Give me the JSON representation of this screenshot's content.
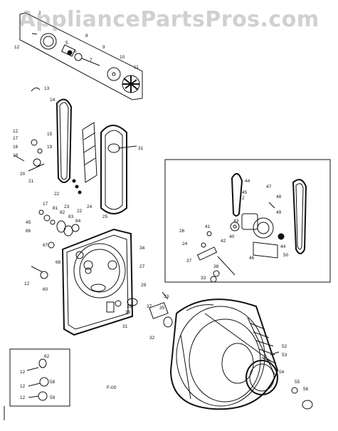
{
  "watermark": "AppliancePartsPros.com",
  "corner_mark": "F-00",
  "callouts": {
    "top": [
      "2",
      "12",
      "8",
      "9",
      "10",
      "11",
      "5",
      "6",
      "7"
    ],
    "left_middle": [
      "13",
      "14",
      "15",
      "12",
      "16",
      "18",
      "20",
      "21",
      "22",
      "23",
      "24",
      "22",
      "31",
      "25",
      "19",
      "17"
    ],
    "left_lower": [
      "17",
      "81",
      "82",
      "83",
      "84",
      "45",
      "66",
      "67",
      "68",
      "12",
      "60"
    ],
    "center": [
      "27",
      "34",
      "36",
      "31",
      "39",
      "29",
      "33",
      "37",
      "35",
      "32"
    ],
    "right_inset": [
      "44",
      "45",
      "47",
      "48",
      "2",
      "49",
      "41",
      "26",
      "40",
      "42",
      "43",
      "46",
      "37",
      "38",
      "33",
      "24",
      "44",
      "50"
    ],
    "drum": [
      "52",
      "53",
      "54",
      "55",
      "56"
    ],
    "bottom_left_inset": [
      "62",
      "12",
      "58",
      "12",
      "59",
      "12"
    ]
  }
}
